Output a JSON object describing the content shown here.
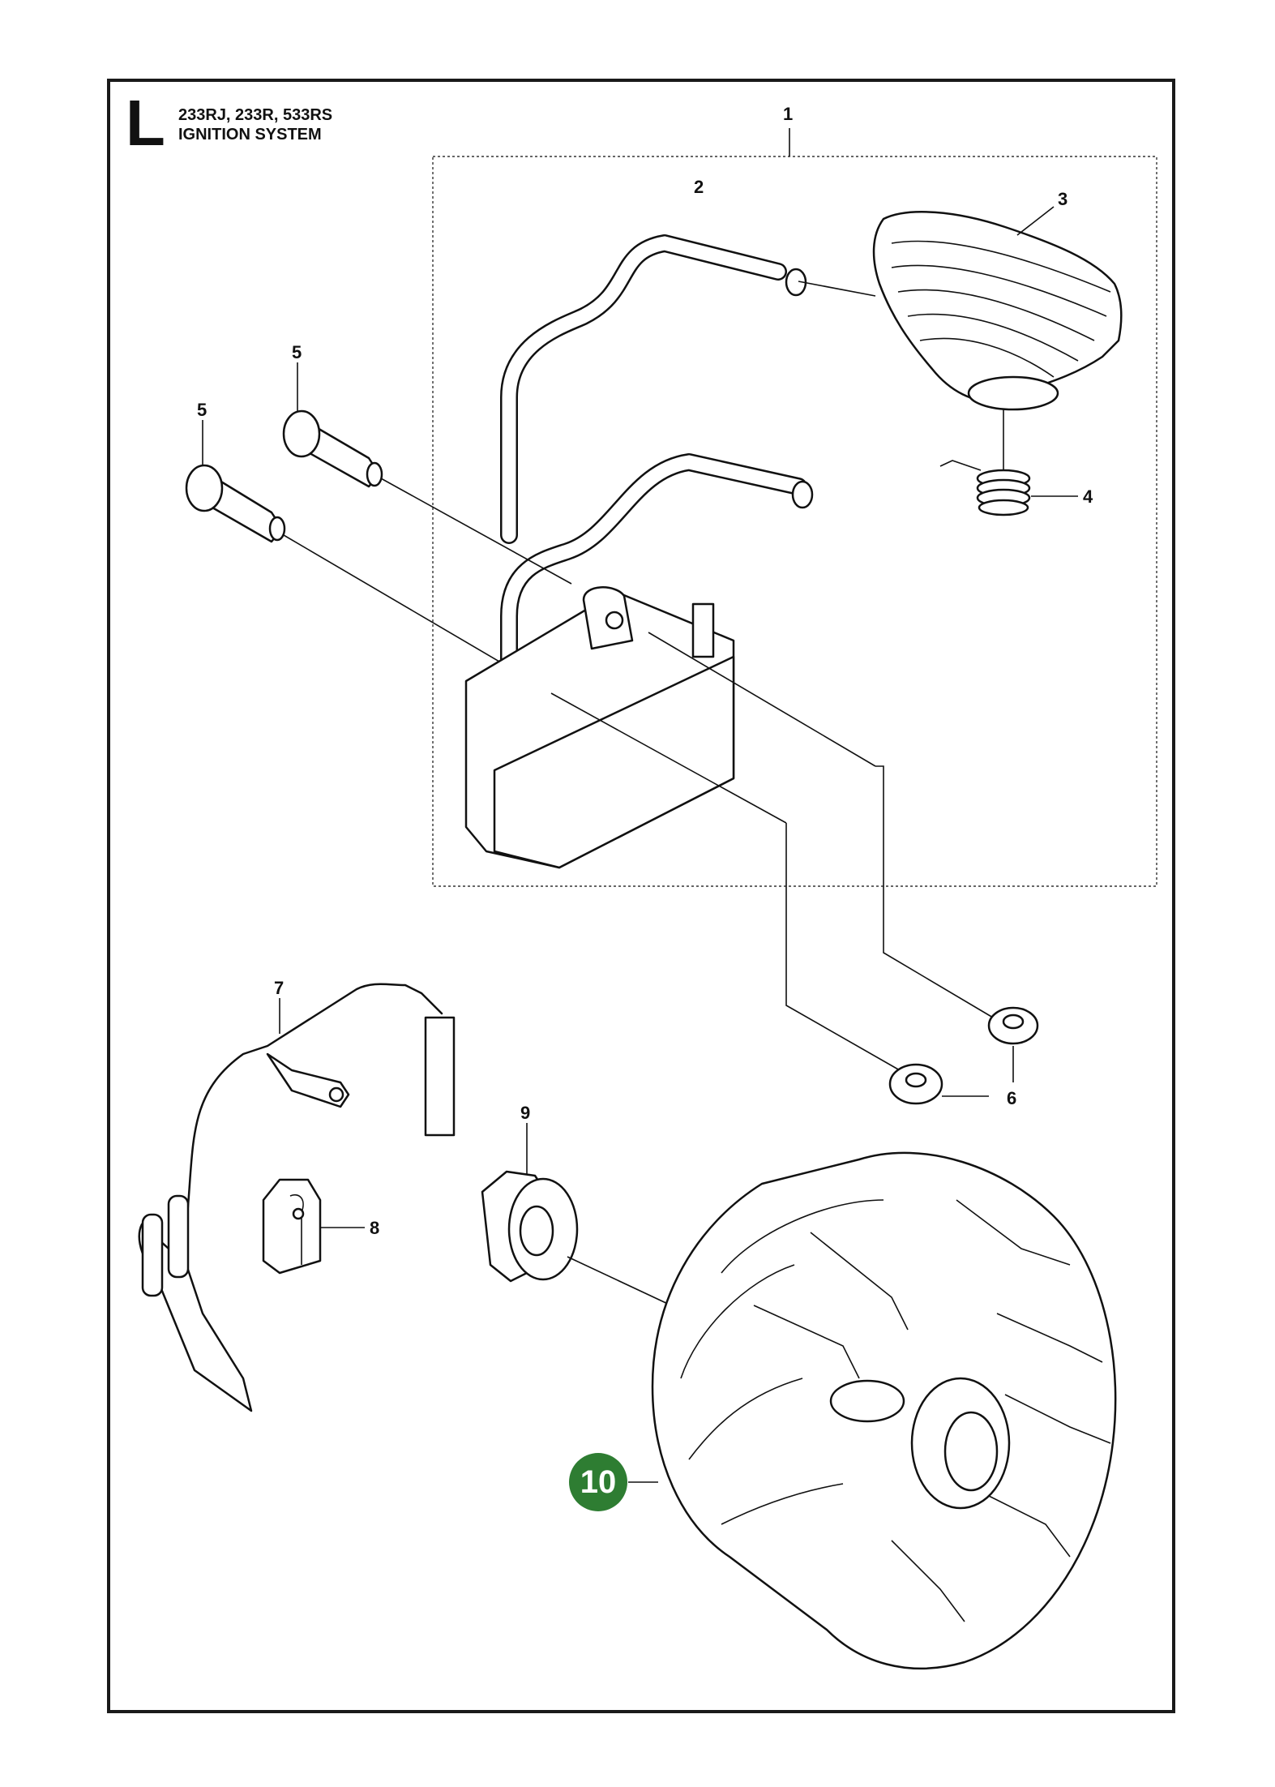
{
  "header": {
    "section_letter": "L",
    "models": "233RJ, 233R, 533RS",
    "title": "IGNITION SYSTEM"
  },
  "callouts": {
    "c1": "1",
    "c2": "2",
    "c3": "3",
    "c4": "4",
    "c5a": "5",
    "c5b": "5",
    "c6": "6",
    "c7": "7",
    "c8": "8",
    "c9": "9",
    "c10": "10"
  },
  "colors": {
    "badge": "#2e7d32",
    "line": "#111111"
  }
}
